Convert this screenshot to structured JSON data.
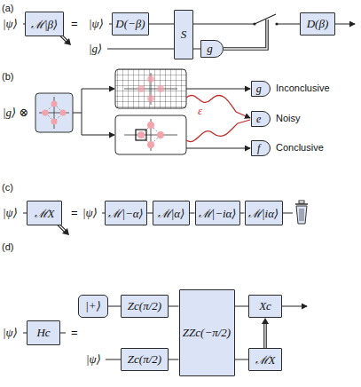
{
  "diagram": {
    "nodes": [
      {
        "text": [
          "ℳ|β⟩"
        ]
      },
      {
        "text": [
          "D(−β)"
        ]
      },
      {
        "text": [
          "S"
        ]
      },
      {
        "text": [
          "g"
        ]
      },
      {
        "text": [
          "D(β)"
        ]
      },
      {
        "text": [
          "g"
        ]
      },
      {
        "text": [
          "e"
        ]
      },
      {
        "text": [
          "f"
        ]
      },
      {
        "text": [
          "ℳX"
        ]
      },
      {
        "text": [
          "ℳ|−α⟩"
        ]
      },
      {
        "text": [
          "ℳ|α⟩"
        ]
      },
      {
        "text": [
          "ℳ|−iα⟩"
        ]
      },
      {
        "text": [
          "ℳ|iα⟩"
        ]
      },
      {
        "text": [
          "Hc"
        ]
      },
      {
        "text": [
          "|+⟩"
        ]
      },
      {
        "text": [
          "Zc(π/2)"
        ]
      },
      {
        "text": [
          "Zc(π/2)"
        ]
      },
      {
        "text": [
          "ZZc(−π/2)"
        ]
      },
      {
        "text": [
          "Xc"
        ]
      },
      {
        "text": [
          "ℳX"
        ]
      }
    ],
    "edges": [
      {
        "from": 1,
        "to": 2,
        "arrow": "none"
      },
      {
        "from": 2,
        "to": 4,
        "arrow": "none"
      },
      {
        "from": 2,
        "to": 3,
        "arrow": "none"
      },
      {
        "from": 9,
        "to": 10,
        "arrow": "none"
      },
      {
        "from": 10,
        "to": 11,
        "arrow": "none"
      },
      {
        "from": 11,
        "to": 12,
        "arrow": "none"
      },
      {
        "from": 14,
        "to": 15,
        "arrow": "none"
      },
      {
        "from": 15,
        "to": 17,
        "arrow": "none"
      },
      {
        "from": 16,
        "to": 17,
        "arrow": "none"
      },
      {
        "from": 17,
        "to": 18,
        "arrow": "none"
      },
      {
        "from": 17,
        "to": 19,
        "arrow": "none"
      },
      {
        "from": 19,
        "to": 18,
        "arrow": "to"
      }
    ],
    "labels": [
      "(a)",
      "|ψ⟩",
      "=",
      "|ψ⟩",
      "|g⟩",
      "(b)",
      "|g⟩ ⊗",
      "ε",
      "Inconclusive",
      "Noisy",
      "Conclusive",
      "(c)",
      "|ψ⟩",
      "=",
      "|ψ⟩",
      "(d)",
      "|ψ⟩",
      "=",
      "|ψ⟩"
    ]
  }
}
